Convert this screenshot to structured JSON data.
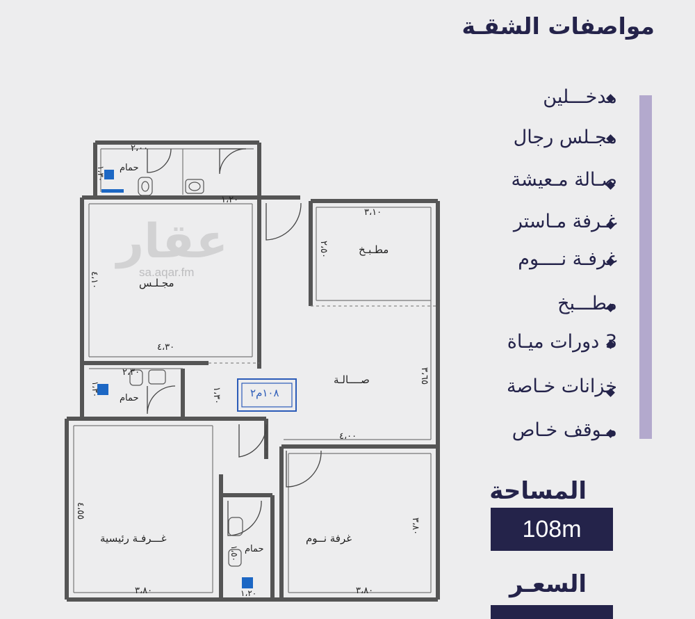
{
  "title": "مواصفات الشقـة",
  "features": [
    "مدخـــلين",
    "مجـلس رجال",
    "صـالة مـعيشة",
    "غـرفة مـاستر",
    "غرفـة نــــوم",
    "مطـــبخ",
    "3 دورات ميـاة",
    "خزانات خـاصة",
    "مـوقف خـاص"
  ],
  "area": {
    "label": "المساحة",
    "value": "108m"
  },
  "price": {
    "label": "السعـر"
  },
  "watermark": {
    "logo": "عقار",
    "url": "sa.aqar.fm"
  },
  "plan": {
    "rooms": {
      "majlis": "مجـلـس",
      "kitchen": "مطـبـخ",
      "hall": "صــــالـة",
      "master": "غـــرفـة رئيسية",
      "bedroom": "غرفة نــوم",
      "bath_top": "حمام",
      "bath_mid": "حمام",
      "bath_bottom": "حمام"
    },
    "dims": {
      "top_bath_w": "٢،٠٠",
      "entry_w": "١،٢٠",
      "kitchen_w": "٣،١٠",
      "kitchen_h": "٢،٥٠",
      "majlis_h": "٤،١٠",
      "majlis_w": "٤،٣٠",
      "hall_h": "٣،٦٥",
      "mid_bath_w": "٢،٣٠",
      "corridor_w": "١،٣٠",
      "hall_w": "٤،٠٠",
      "master_h": "٤،٥٥",
      "master_w": "٣،٨٠",
      "bedroom_h": "٣،٨٠",
      "bedroom_w": "٣،٨٠",
      "bottom_bath_w": "١،٢٠",
      "mid_bath_h": "١،٣٠",
      "top_bath_h": "١،٣٠",
      "bottom_bath_h": "١،٥٠"
    },
    "area_tag": "١٠٨م٢"
  }
}
